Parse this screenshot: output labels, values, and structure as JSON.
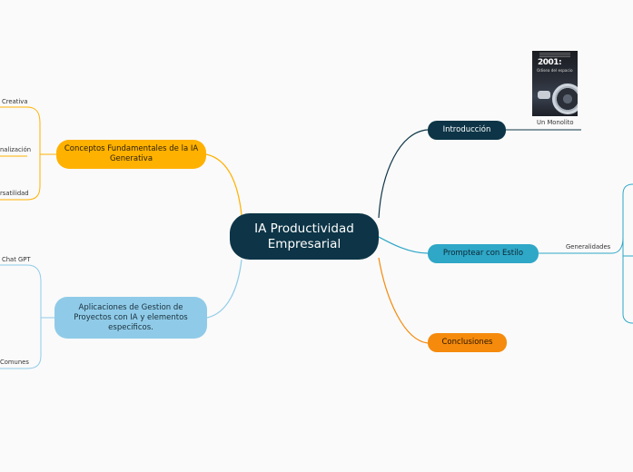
{
  "central": {
    "title": "IA Productividad Empresarial"
  },
  "left_branches": {
    "conceptos": {
      "label": "Conceptos Fundamentales de la IA Generativa",
      "color": "#ffb100",
      "children": [
        "Creativa",
        "nalización",
        "rsatilidad"
      ]
    },
    "aplicaciones": {
      "label": "Aplicaciones de Gestion de Proyectos con IA y elementos especificos.",
      "color": "#8fcbe8",
      "children": [
        "Chat GPT",
        "Comunes"
      ]
    }
  },
  "right_branches": {
    "introduccion": {
      "label": "Introducción",
      "color": "#0d3547",
      "child": "Un Monolito",
      "poster": {
        "title": "2001:",
        "subtitle": "Odisea del espacio"
      }
    },
    "promptear": {
      "label": "Promptear con Estilo",
      "color": "#2fa7c7",
      "child": "Generalidades"
    },
    "conclusiones": {
      "label": "Conclusiones",
      "color": "#f58a0c"
    }
  }
}
